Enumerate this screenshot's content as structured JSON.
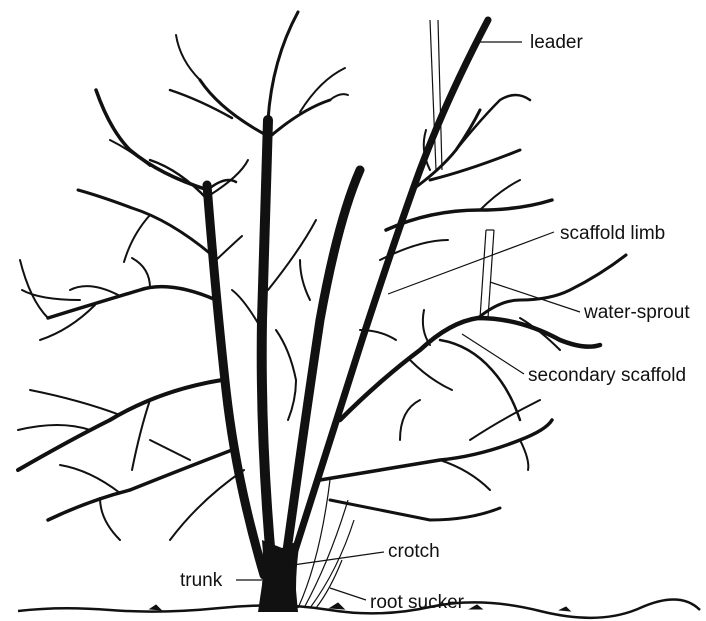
{
  "diagram": {
    "labels": {
      "leader": "leader",
      "scaffold_limb": "scaffold limb",
      "water_sprout": "water-sprout",
      "secondary_scaffold": "secondary scaffold",
      "crotch": "crotch",
      "trunk": "trunk",
      "root_sucker": "root sucker"
    },
    "colors": {
      "ink": "#111111",
      "background": "#ffffff"
    }
  }
}
